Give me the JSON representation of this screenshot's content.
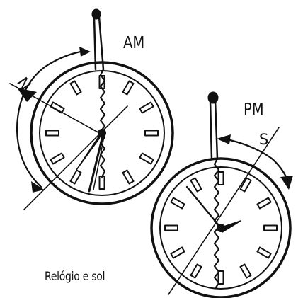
{
  "caption": "Relógio e sol",
  "watch_am": {
    "label": "AM",
    "direction_letter": "N"
  },
  "watch_pm": {
    "label": "PM",
    "direction_letter": "S"
  },
  "colors": {
    "ink": "#111111",
    "paper": "#ffffff"
  }
}
